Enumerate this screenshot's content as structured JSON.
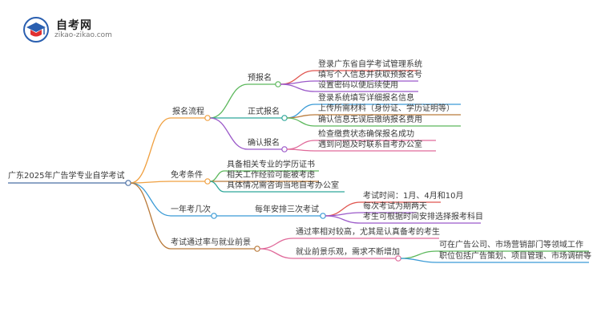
{
  "logo": {
    "title": "自考网",
    "subtitle": "zikao-zikao.com"
  },
  "mindmap": {
    "root": "广东2025年广告学专业自学考试",
    "branches": [
      {
        "label": "报名流程",
        "children": [
          {
            "label": "预报名",
            "children": [
              "登录广东省自学考试管理系统",
              "填写个人信息并获取预报名号",
              "设置密码以便后续使用"
            ]
          },
          {
            "label": "正式报名",
            "children": [
              "登录系统填写详细报名信息",
              "上传所需材料（身份证、学历证明等）",
              "确认信息无误后缴纳报名费用"
            ]
          },
          {
            "label": "确认报名",
            "children": [
              "检查缴费状态确保报名成功",
              "遇到问题及时联系自考办公室"
            ]
          }
        ]
      },
      {
        "label": "免考条件",
        "children": [
          "具备相关专业的学历证书",
          "相关工作经验可能被考虑",
          "具体情况需咨询当地自考办公室"
        ]
      },
      {
        "label": "一年考几次",
        "children": [
          {
            "label": "每年安排三次考试",
            "children": [
              "考试时间：1月、4月和10月",
              "每次考试为期两天",
              "考生可根据时间安排选择报考科目"
            ]
          }
        ]
      },
      {
        "label": "考试通过率与就业前景",
        "children": [
          "通过率相对较高，尤其是认真备考的考生",
          {
            "label": "就业前景乐观，需求不断增加",
            "children": [
              "可在广告公司、市场营销部门等领域工作",
              "职位包括广告策划、项目管理、市场调研等"
            ]
          }
        ]
      }
    ]
  },
  "colors": {
    "root_line": "#4a6fa5",
    "branch_orange": "#f0a040",
    "green": "#5cb85c",
    "blue": "#3b9bd6",
    "red": "#e0554f",
    "purple": "#9b59c9",
    "teal": "#2fa89a",
    "pink": "#e06a9a",
    "brown": "#b97a3a",
    "logo_red": "#e03030",
    "logo_blue": "#2a5fb0"
  },
  "icons": {
    "logo": "graduation-cap-icon"
  }
}
